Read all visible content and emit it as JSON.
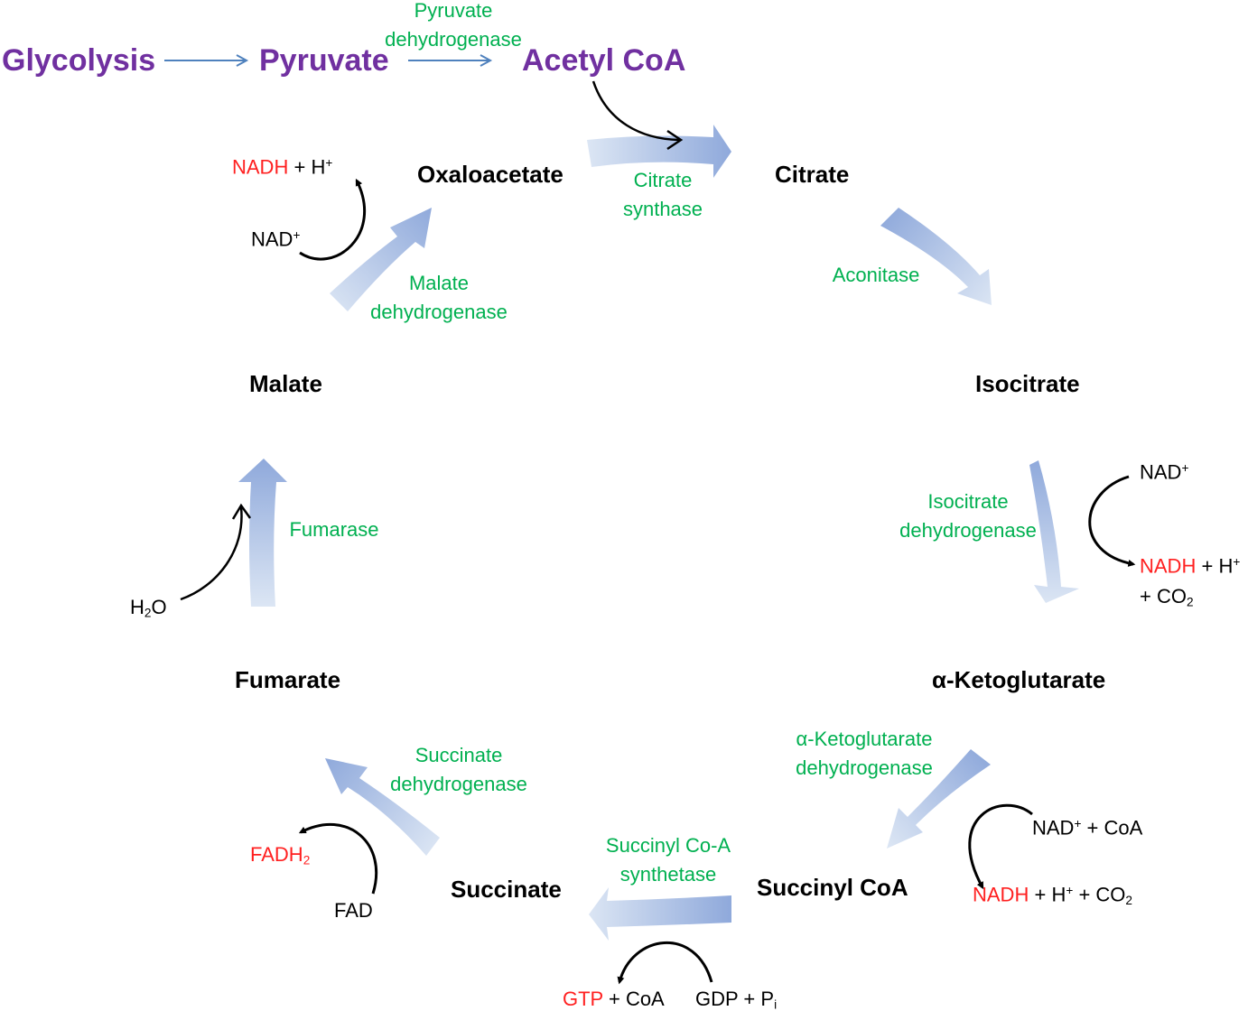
{
  "colors": {
    "pathway": "#7030A0",
    "enzyme": "#00B050",
    "product": "#FF2020",
    "metabolite": "#000000",
    "arrow_light": "#DCE6F4",
    "arrow_dark": "#8FA9DB",
    "thin_arrow": "#4F81BD"
  },
  "pathway": {
    "glycolysis": "Glycolysis",
    "pyruvate": "Pyruvate",
    "acetyl_coa": "Acetyl CoA",
    "pdh_line1": "Pyruvate",
    "pdh_line2": "dehydrogenase"
  },
  "metabolites": {
    "oxaloacetate": "Oxaloacetate",
    "citrate": "Citrate",
    "isocitrate": "Isocitrate",
    "alpha_ketoglutarate": "α-Ketoglutarate",
    "succinyl_coa": "Succinyl CoA",
    "succinate": "Succinate",
    "fumarate": "Fumarate",
    "malate": "Malate"
  },
  "enzymes": {
    "citrate_synthase": [
      "Citrate",
      "synthase"
    ],
    "aconitase": [
      "Aconitase"
    ],
    "isocitrate_dh": [
      "Isocitrate",
      "dehydrogenase"
    ],
    "akg_dh": [
      "α-Ketoglutarate",
      "dehydrogenase"
    ],
    "succinyl_coa_synthetase": [
      "Succinyl Co-A",
      "synthetase"
    ],
    "succinate_dh": [
      "Succinate",
      "dehydrogenase"
    ],
    "fumarase": [
      "Fumarase"
    ],
    "malate_dh": [
      "Malate",
      "dehydrogenase"
    ]
  },
  "cofactors": {
    "nad": "NAD",
    "nadh": "NADH",
    "h": "H",
    "co": "CO",
    "coa": "CoA",
    "gtp": "GTP",
    "gdp": "GDP",
    "p": "P",
    "i": "i",
    "fad": "FAD",
    "fadh": "FADH",
    "h2o_h": "H",
    "h2o_o": "O",
    "sup_plus": "+",
    "sub_2": "2",
    "plus": "+"
  }
}
